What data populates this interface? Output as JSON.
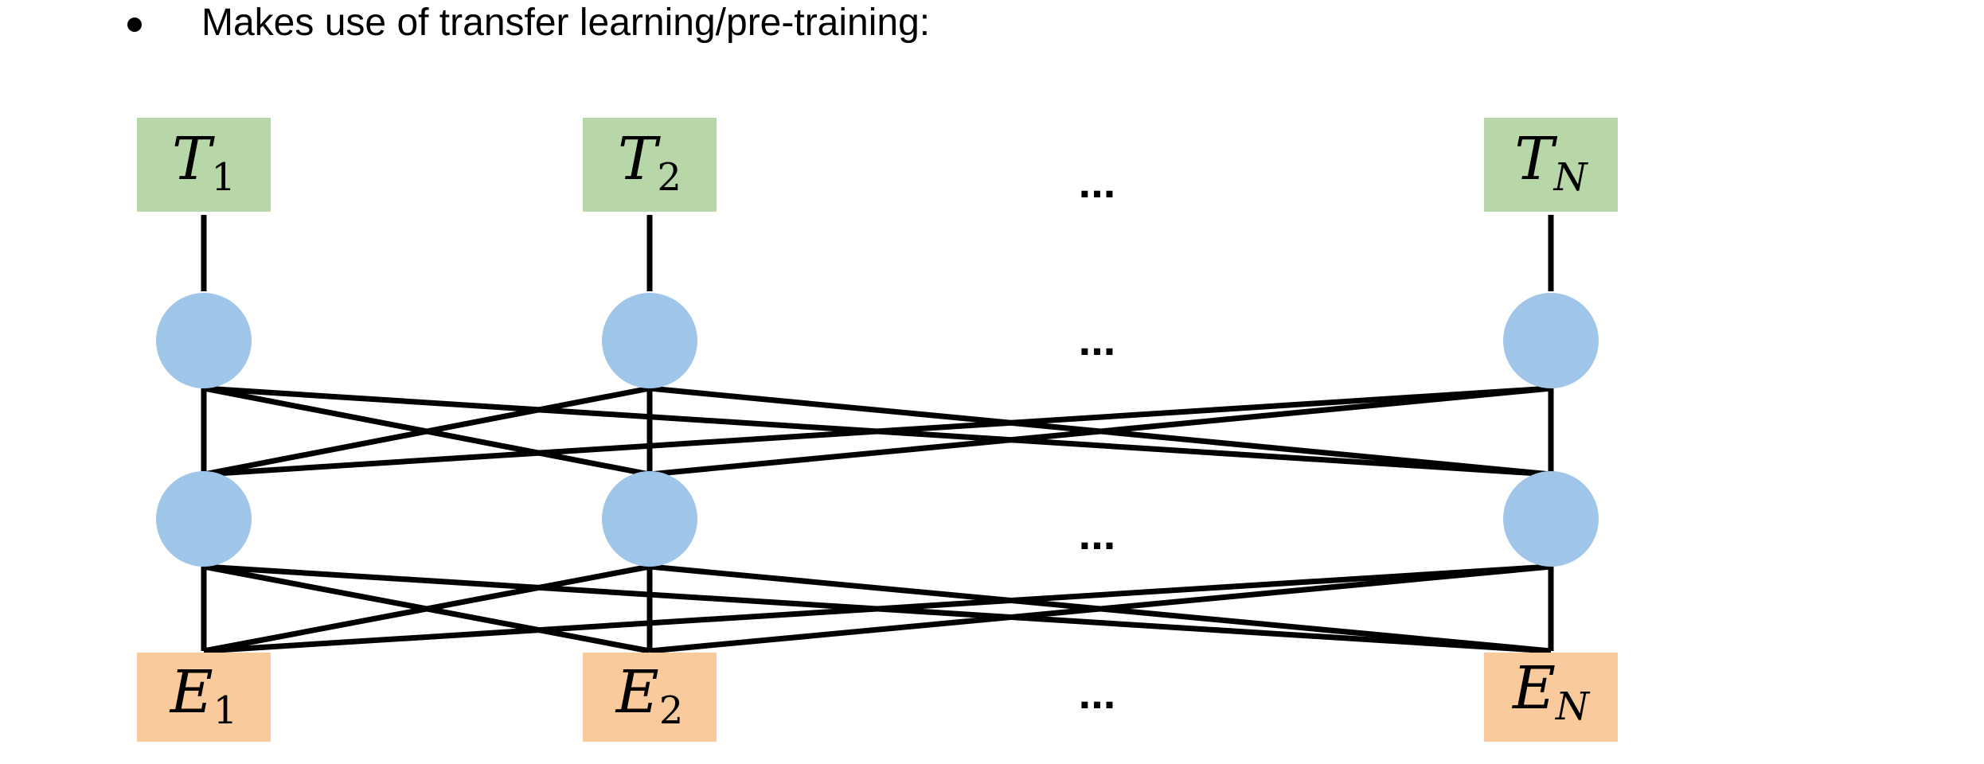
{
  "bullet": {
    "text": "Makes use of transfer learning/pre-training:"
  },
  "colors": {
    "output_box": "#b7d7a8",
    "input_box": "#f9cb9c",
    "node": "#9fc5e8",
    "line": "#000000"
  },
  "outputs": [
    {
      "letter": "T",
      "sub": "1"
    },
    {
      "letter": "T",
      "sub": "2"
    },
    {
      "letter": "T",
      "sub": "N"
    }
  ],
  "inputs": [
    {
      "letter": "E",
      "sub": "1"
    },
    {
      "letter": "E",
      "sub": "2"
    },
    {
      "letter": "E",
      "sub": "N"
    }
  ],
  "ellipsis": "..."
}
